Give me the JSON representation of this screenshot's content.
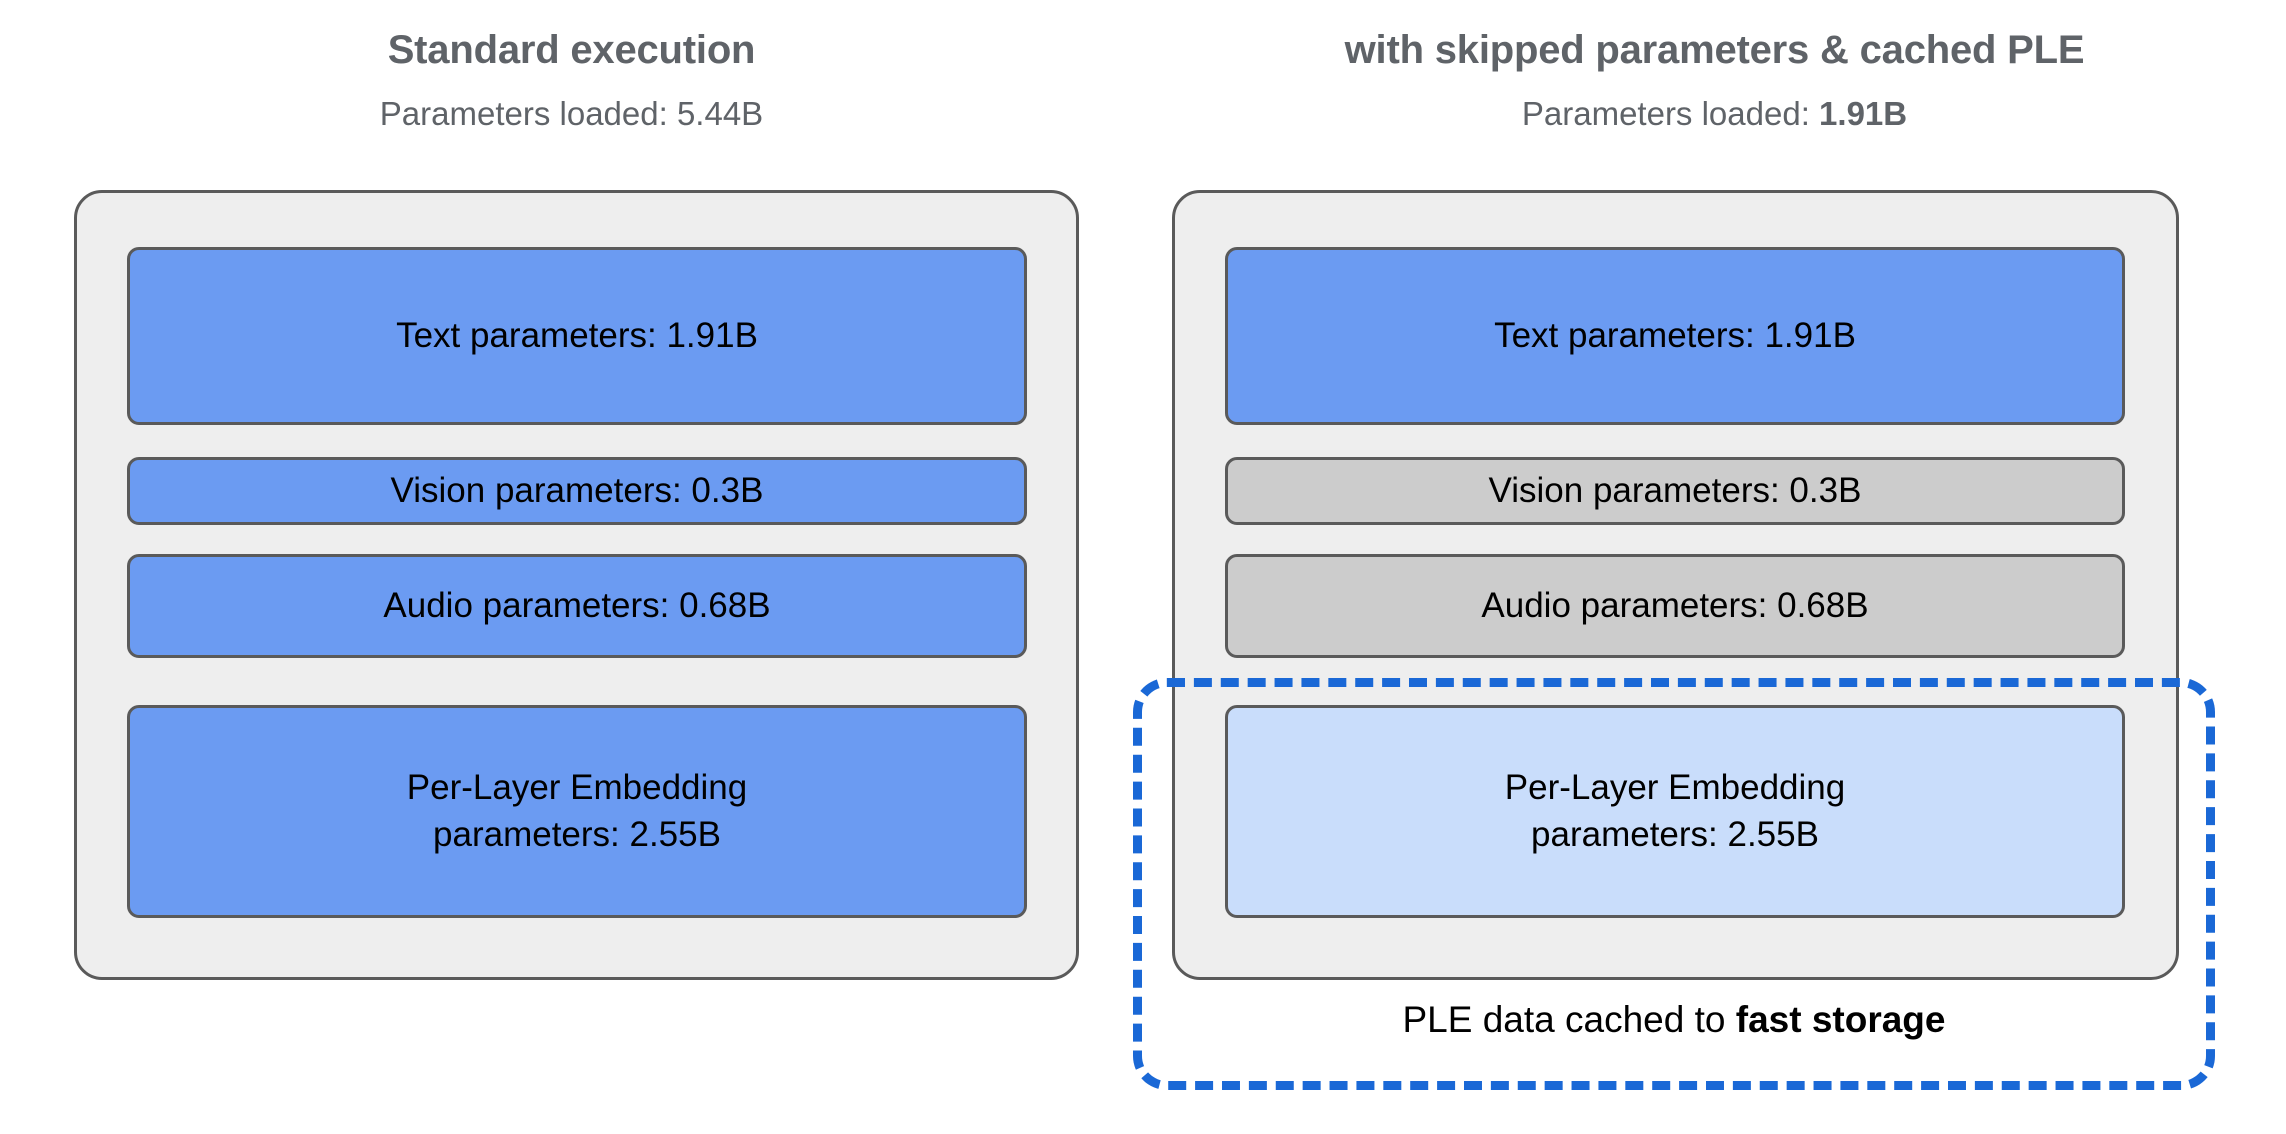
{
  "panels": [
    {
      "id": "standard-execution",
      "heading": "Standard execution",
      "subheading_prefix": "Parameters loaded: ",
      "subheading_value": "5.44B",
      "subheading_value_bold": false,
      "blocks": [
        {
          "label": "Text parameters: 1.91B",
          "state": "loaded",
          "color": "#6b9bf2"
        },
        {
          "label": "Vision parameters: 0.3B",
          "state": "loaded",
          "color": "#6b9bf2"
        },
        {
          "label": "Audio parameters: 0.68B",
          "state": "loaded",
          "color": "#6b9bf2"
        },
        {
          "label": "Per-Layer Embedding\nparameters: 2.55B",
          "state": "loaded",
          "color": "#6b9bf2"
        }
      ]
    },
    {
      "id": "skipped-and-cached",
      "heading": "with skipped parameters & cached PLE",
      "subheading_prefix": "Parameters loaded: ",
      "subheading_value": "1.91B",
      "subheading_value_bold": true,
      "blocks": [
        {
          "label": "Text parameters: 1.91B",
          "state": "loaded",
          "color": "#6b9bf2"
        },
        {
          "label": "Vision parameters: 0.3B",
          "state": "skipped",
          "color": "#cccccc"
        },
        {
          "label": "Audio parameters: 0.68B",
          "state": "skipped",
          "color": "#cccccc"
        },
        {
          "label": "Per-Layer Embedding\nparameters: 2.55B",
          "state": "cached",
          "color": "#c9ddfb"
        }
      ]
    }
  ],
  "cache_region": {
    "caption_prefix": "PLE data cached to ",
    "caption_emphasis": "fast storage",
    "border_color": "#1a68d6",
    "border_style": "dashed"
  },
  "colors": {
    "heading_text": "#5f6368",
    "body_text": "#000000",
    "container_fill": "#eeeeee",
    "container_border": "#5a5a5a",
    "block_border": "#5a5a5a",
    "loaded_blue": "#6b9bf2",
    "skipped_gray": "#cccccc",
    "cached_light_blue": "#c9ddfb",
    "dashed_blue": "#1a68d6",
    "background": "#ffffff"
  }
}
